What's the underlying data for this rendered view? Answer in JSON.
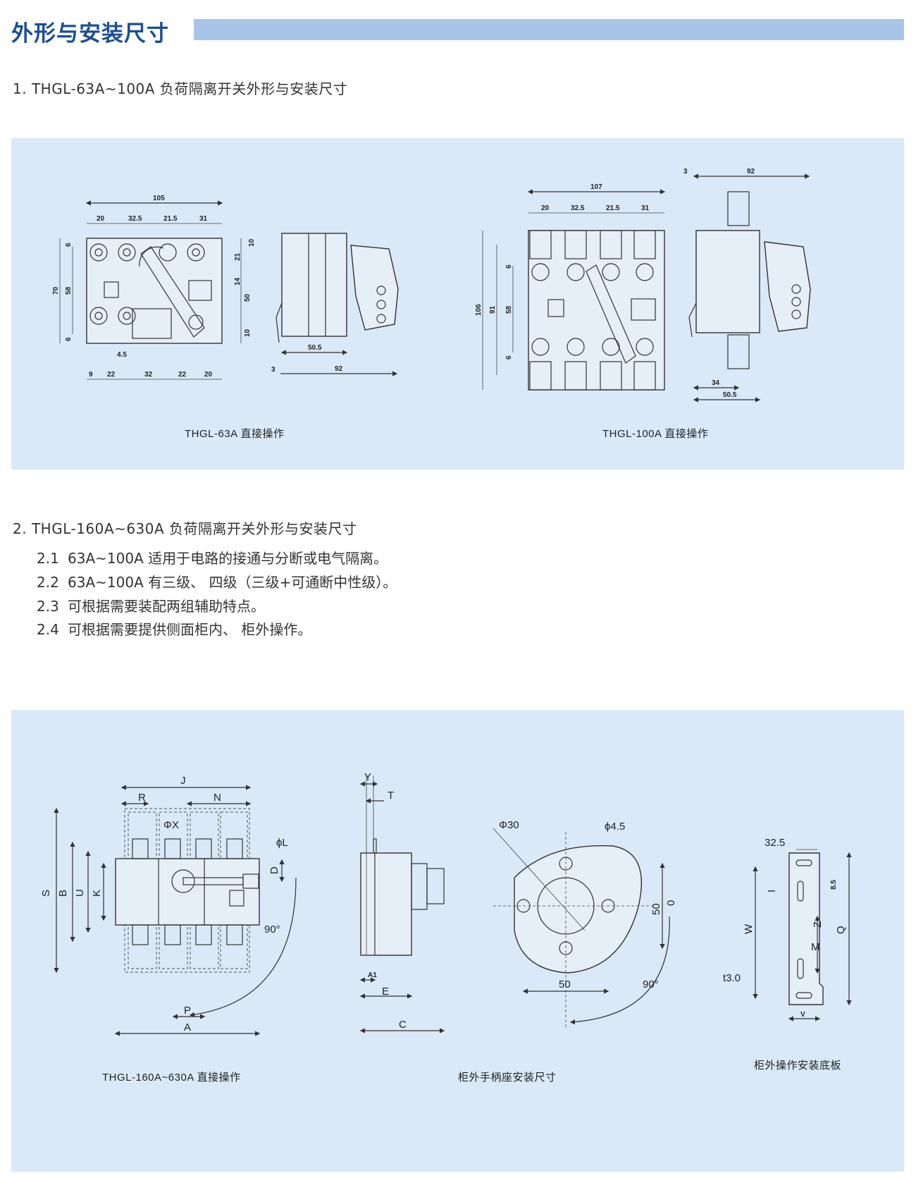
{
  "header": {
    "title": "外形与安装尺寸",
    "accent_color": "#a8c5e8",
    "title_color": "#1b4e93"
  },
  "section1": {
    "heading": "1. THGL-63A~100A 负荷隔离开关外形与安装尺寸",
    "drawing_63a": {
      "caption": "THGL-63A 直接操作",
      "dims_top": [
        "105",
        "20",
        "32.5",
        "21.5",
        "31"
      ],
      "dims_left": [
        "70",
        "58",
        "6",
        "6"
      ],
      "dims_right": [
        "10",
        "21",
        "14",
        "50",
        "10"
      ],
      "dims_bottom": [
        "4.5",
        "9",
        "22",
        "32",
        "22",
        "20"
      ],
      "side_dims": [
        "50.5",
        "3",
        "92"
      ]
    },
    "drawing_100a": {
      "caption": "THGL-100A 直接操作",
      "dims_top": [
        "107",
        "20",
        "32.5",
        "21.5",
        "31"
      ],
      "dims_left": [
        "106",
        "91",
        "58",
        "6",
        "6"
      ],
      "side_dims": [
        "3",
        "92",
        "34",
        "50.5"
      ]
    }
  },
  "section2": {
    "heading": "2. THGL-160A~630A 负荷隔离开关外形与安装尺寸",
    "items": [
      {
        "num": "2.1",
        "text": "63A~100A 适用于电路的接通与分断或电气隔离。"
      },
      {
        "num": "2.2",
        "text": "63A~100A 有三级、 四级（三级+可通断中性级）。"
      },
      {
        "num": "2.3",
        "text": "可根据需要装配两组辅助特点。"
      },
      {
        "num": "2.4",
        "text": "可根据需要提供侧面柜内、 柜外操作。"
      }
    ],
    "front": {
      "caption": "THGL-160A~630A 直接操作",
      "labels": {
        "J": "J",
        "R": "R",
        "N": "N",
        "X": "ΦX",
        "L": "ϕL",
        "D": "D",
        "S": "S",
        "B": "B",
        "U": "U",
        "K": "K",
        "angle": "90°",
        "P": "P",
        "A": "A"
      }
    },
    "side": {
      "labels": {
        "Y": "Y",
        "T": "T",
        "A1": "A1",
        "E": "E",
        "C": "C"
      }
    },
    "handle": {
      "caption": "柜外手柄座安装尺寸",
      "labels": {
        "phi30": "Φ30",
        "phi45": "ϕ4.5",
        "v50": "50",
        "O": "0",
        "h50": "50",
        "angle": "90°"
      }
    },
    "plate": {
      "caption": "柜外操作安装底板",
      "labels": {
        "d325": "32.5",
        "W": "W",
        "Q": "Q",
        "d85": "8.5",
        "I": "I",
        "Z": "Z",
        "M": "M",
        "t": "t3.0",
        "V": "V"
      }
    }
  }
}
